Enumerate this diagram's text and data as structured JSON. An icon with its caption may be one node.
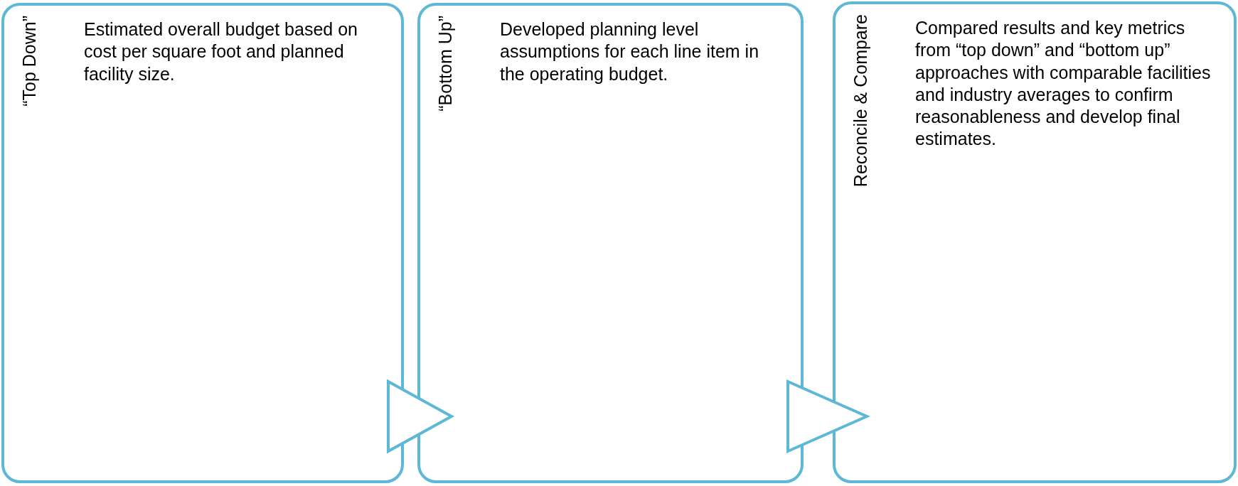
{
  "diagram": {
    "nodes": [
      {
        "text": [
          "“Top Down”",
          "Estimated overall budget based on cost per square foot and planned facility size."
        ]
      },
      {
        "text": [
          "“Bottom Up”",
          "Developed planning level assumptions for each line item in the operating budget."
        ]
      },
      {
        "text": [
          "Reconcile & Compare",
          "Compared results and key metrics from “top down” and “bottom up” approaches with comparable facilities and industry averages to confirm reasonableness and develop final estimates."
        ]
      }
    ],
    "edges": [
      {
        "from": 0,
        "to": 1,
        "arrow": "to"
      },
      {
        "from": 1,
        "to": 2,
        "arrow": "to"
      }
    ]
  }
}
